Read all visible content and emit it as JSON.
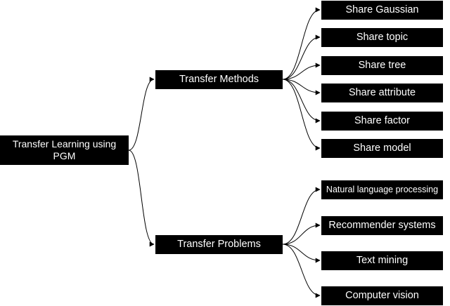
{
  "root": {
    "label": "Transfer Learning using PGM"
  },
  "branches": [
    {
      "label": "Transfer Methods",
      "children": [
        "Share Gaussian",
        "Share topic",
        "Share tree",
        "Share attribute",
        "Share factor",
        "Share model"
      ]
    },
    {
      "label": "Transfer Problems",
      "children": [
        "Natural language processing",
        "Recommender systems",
        "Text mining",
        "Computer vision"
      ]
    }
  ],
  "colors": {
    "node_fill": "#000000",
    "node_text": "#ffffff",
    "edge": "#000000",
    "background": "#ffffff"
  }
}
